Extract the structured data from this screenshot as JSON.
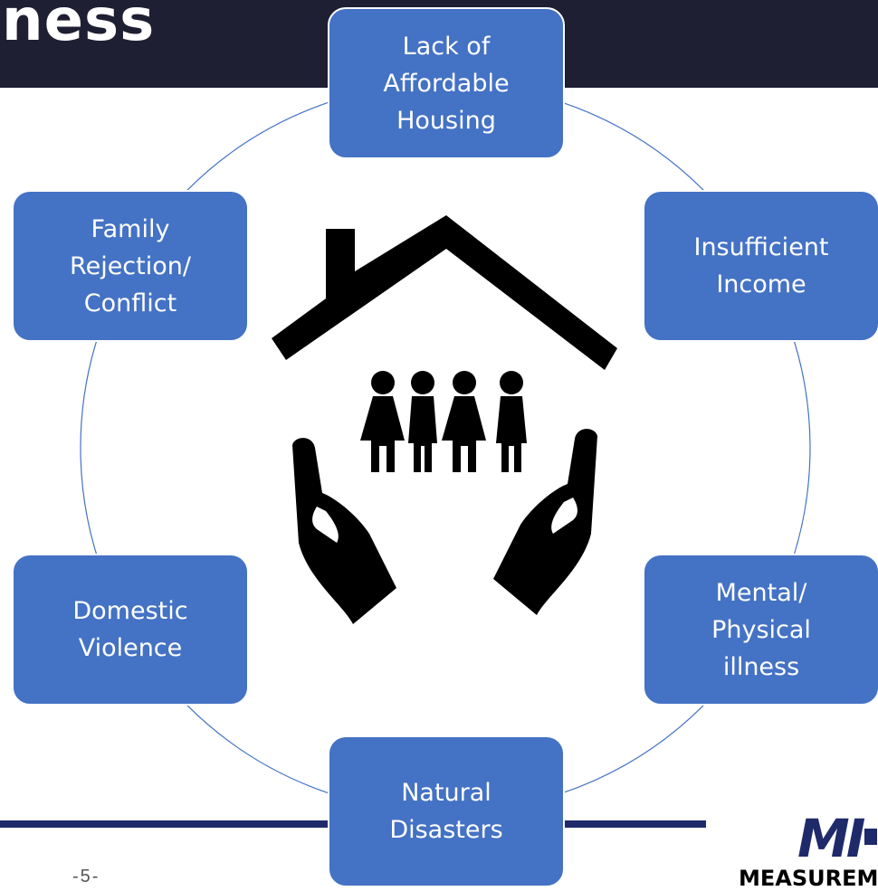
{
  "slide": {
    "title": "ness",
    "page_number": "-5-",
    "logo_mark": "MI",
    "logo_text": "MEASUREM"
  },
  "colors": {
    "node_fill": "#4472c4",
    "title_bar": "#1f1f33",
    "footer_line": "#1f2a6b"
  },
  "diagram": {
    "center_icon": "house-family-hands-icon",
    "nodes": [
      {
        "label": "Lack of\nAffordable\nHousing"
      },
      {
        "label": "Insufficient\nIncome"
      },
      {
        "label": "Mental/\nPhysical\nillness"
      },
      {
        "label": "Natural\nDisasters"
      },
      {
        "label": "Domestic\nViolence"
      },
      {
        "label": "Family\nRejection/\nConflict"
      }
    ]
  }
}
